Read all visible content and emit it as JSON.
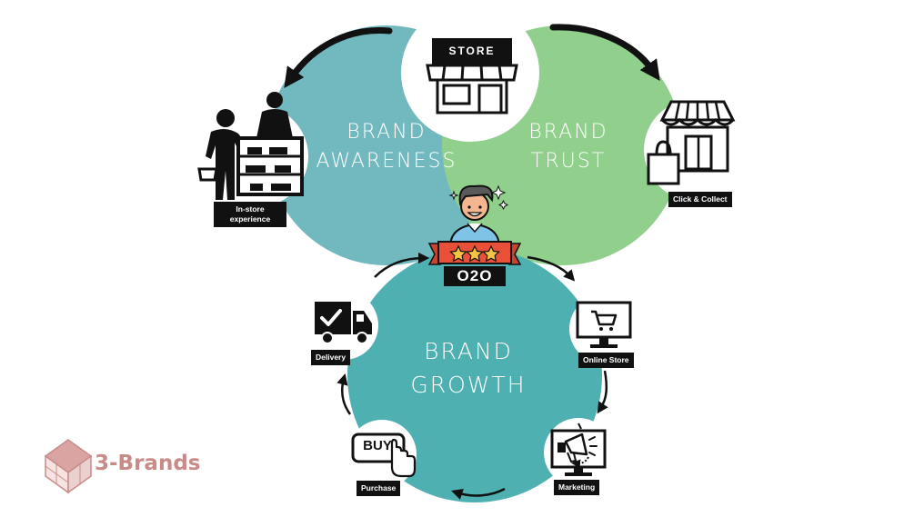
{
  "colors": {
    "awareness": "#72b9bf",
    "trust": "#90cf8c",
    "growth": "#4fb0b1",
    "ink": "#111111",
    "logo": "#c98b88",
    "skin": "#f4b691",
    "shirt": "#7fc3e6",
    "ribbon": "#e8503a",
    "star": "#f6c343"
  },
  "center": {
    "store_sign": "STORE",
    "o2o_label": "O2O"
  },
  "circles": {
    "awareness": {
      "line1": "BRAND",
      "line2": "AWARENESS"
    },
    "trust": {
      "line1": "BRAND",
      "line2": "TRUST"
    },
    "growth": {
      "line1": "BRAND",
      "line2": "GROWTH"
    }
  },
  "nodes": {
    "instore": {
      "label_line1": "In-store",
      "label_line2": "experience",
      "icon": "shop-counter-icon"
    },
    "click_collect": {
      "label": "Click & Collect",
      "icon": "storefront-bag-icon"
    },
    "online_store": {
      "label": "Online Store",
      "icon": "monitor-cart-icon"
    },
    "marketing": {
      "label": "Marketing",
      "icon": "megaphone-monitor-icon"
    },
    "purchase": {
      "label": "Purchase",
      "icon": "buy-button-icon",
      "button_text": "BUY"
    },
    "delivery": {
      "label": "Delivery",
      "icon": "delivery-truck-icon"
    }
  },
  "logo": {
    "text": "3-Brands",
    "icon": "cube-icon"
  }
}
